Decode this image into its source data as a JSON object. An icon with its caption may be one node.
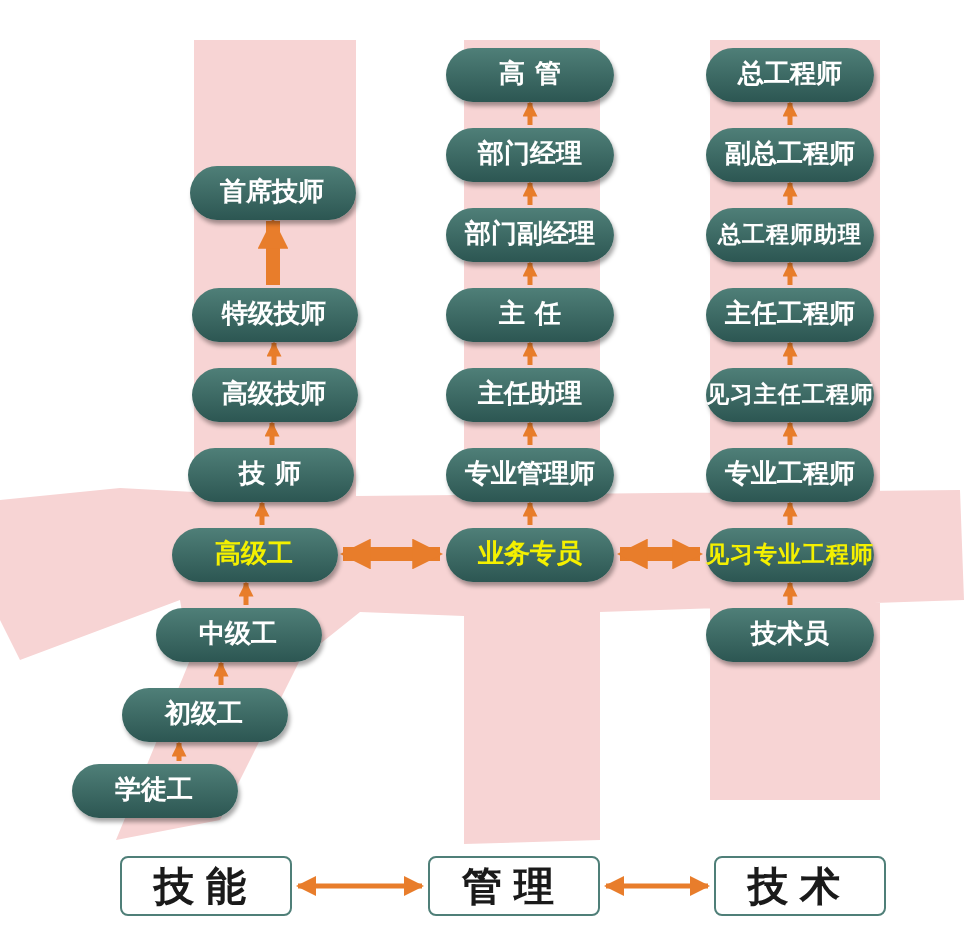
{
  "diagram": {
    "nodes": [
      {
        "text": [
          "首席技师"
        ]
      },
      {
        "text": [
          "特级技师"
        ]
      },
      {
        "text": [
          "高级技师"
        ]
      },
      {
        "text": [
          "技 师"
        ]
      },
      {
        "text": [
          "高级工"
        ]
      },
      {
        "text": [
          "中级工"
        ]
      },
      {
        "text": [
          "初级工"
        ]
      },
      {
        "text": [
          "学徒工"
        ]
      },
      {
        "text": [
          "高 管"
        ]
      },
      {
        "text": [
          "部门经理"
        ]
      },
      {
        "text": [
          "部门副经理"
        ]
      },
      {
        "text": [
          "主 任"
        ]
      },
      {
        "text": [
          "主任助理"
        ]
      },
      {
        "text": [
          "专业管理师"
        ]
      },
      {
        "text": [
          "业务专员"
        ]
      },
      {
        "text": [
          "总工程师"
        ]
      },
      {
        "text": [
          "副总工程师"
        ]
      },
      {
        "text": [
          "总工程师助理"
        ]
      },
      {
        "text": [
          "主任工程师"
        ]
      },
      {
        "text": [
          "见习主任工程师"
        ]
      },
      {
        "text": [
          "专业工程师"
        ]
      },
      {
        "text": [
          "见习专业工程师"
        ]
      },
      {
        "text": [
          "技术员"
        ]
      },
      {
        "text": [
          "技能"
        ]
      },
      {
        "text": [
          "管理"
        ]
      },
      {
        "text": [
          "技术"
        ]
      }
    ],
    "edges": [
      {
        "from": 1,
        "to": 0,
        "arrow": "to",
        "style": "thick"
      },
      {
        "from": 2,
        "to": 1,
        "arrow": "to"
      },
      {
        "from": 3,
        "to": 2,
        "arrow": "to"
      },
      {
        "from": 4,
        "to": 3,
        "arrow": "to"
      },
      {
        "from": 5,
        "to": 4,
        "arrow": "to"
      },
      {
        "from": 6,
        "to": 5,
        "arrow": "to"
      },
      {
        "from": 7,
        "to": 6,
        "arrow": "to"
      },
      {
        "from": 9,
        "to": 8,
        "arrow": "to"
      },
      {
        "from": 10,
        "to": 9,
        "arrow": "to"
      },
      {
        "from": 11,
        "to": 10,
        "arrow": "to"
      },
      {
        "from": 12,
        "to": 11,
        "arrow": "to"
      },
      {
        "from": 13,
        "to": 12,
        "arrow": "to"
      },
      {
        "from": 14,
        "to": 13,
        "arrow": "to"
      },
      {
        "from": 16,
        "to": 15,
        "arrow": "to"
      },
      {
        "from": 17,
        "to": 16,
        "arrow": "to"
      },
      {
        "from": 18,
        "to": 17,
        "arrow": "to"
      },
      {
        "from": 19,
        "to": 18,
        "arrow": "to"
      },
      {
        "from": 20,
        "to": 19,
        "arrow": "to"
      },
      {
        "from": 21,
        "to": 20,
        "arrow": "to"
      },
      {
        "from": 22,
        "to": 21,
        "arrow": "to"
      },
      {
        "from": 4,
        "to": 14,
        "arrow": "both",
        "style": "thick"
      },
      {
        "from": 14,
        "to": 21,
        "arrow": "both",
        "style": "thick"
      },
      {
        "from": 23,
        "to": 24,
        "arrow": "both"
      },
      {
        "from": 24,
        "to": 25,
        "arrow": "both"
      }
    ]
  }
}
